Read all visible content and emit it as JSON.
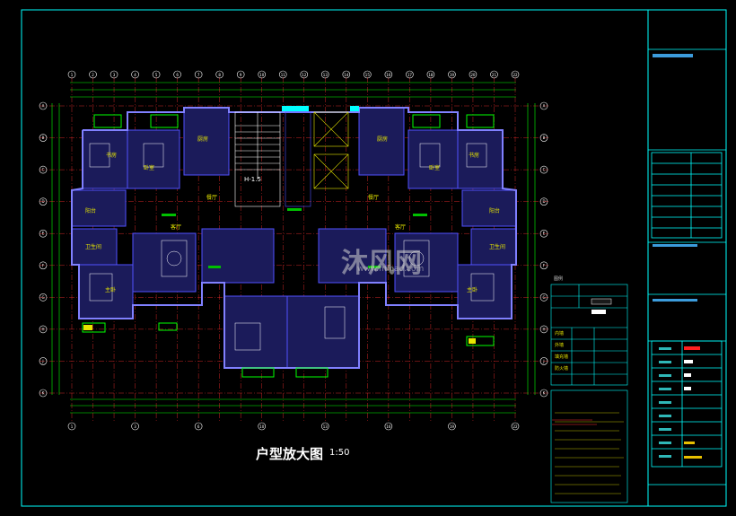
{
  "drawing": {
    "title": "户型放大图",
    "scale": "1:50",
    "room_labels": [
      "主卧",
      "卧室",
      "客厅",
      "餐厅",
      "厨房",
      "卫生间",
      "阳台",
      "书房",
      "主卧",
      "卧室",
      "客厅",
      "餐厅",
      "厨房",
      "卫生间",
      "阳台",
      "书房"
    ],
    "core_label": "H-1.5",
    "column_axes": [
      "1",
      "2",
      "3",
      "4",
      "5",
      "6",
      "7",
      "8",
      "9",
      "10",
      "11",
      "12",
      "13",
      "14",
      "15",
      "16",
      "17",
      "18",
      "19",
      "20",
      "21",
      "22"
    ],
    "row_axes": [
      "A",
      "B",
      "C",
      "D",
      "E",
      "F",
      "G",
      "H",
      "J",
      "K"
    ],
    "bottom_axes": [
      "1",
      "3",
      "6",
      "10",
      "13",
      "16",
      "19",
      "22"
    ]
  },
  "watermark": {
    "text": "沐风网",
    "url": "www.mfcad.com"
  },
  "legend": {
    "heading": "图例",
    "rows": [
      "内墙",
      "外墙",
      "填充墙",
      "防火墙"
    ]
  },
  "colors": {
    "background": "#000000",
    "frame": "#00ffff",
    "dimension": "#00ff00",
    "wall": "#5050ff",
    "axis": "#ff3030",
    "room_text": "#e6e600",
    "hatch": "#6060c0"
  }
}
